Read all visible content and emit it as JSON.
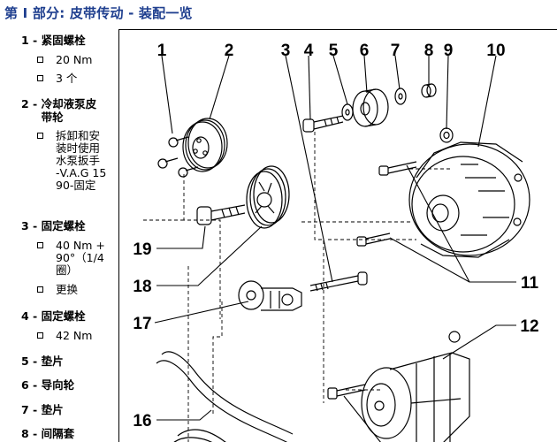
{
  "page_title": "第 I 部分: 皮带传动 - 装配一览",
  "legend": {
    "items": [
      {
        "number": "1 -",
        "name": "紧固螺栓",
        "notes": [
          "20 Nm",
          "3 个"
        ]
      },
      {
        "number": "2 -",
        "name": "冷却液泵皮带轮",
        "notes": [
          "拆卸和安装时使用水泵扳手 -V.A.G 1590-固定"
        ]
      },
      {
        "number": "3 -",
        "name": "固定螺栓",
        "notes": [
          "40 Nm + 90°（1/4 圈）",
          "更换"
        ]
      },
      {
        "number": "4 -",
        "name": "固定螺栓",
        "notes": [
          "42 Nm"
        ]
      },
      {
        "number": "5 -",
        "name": "垫片"
      },
      {
        "number": "6 -",
        "name": "导向轮"
      },
      {
        "number": "7 -",
        "name": "垫片"
      },
      {
        "number": "8 -",
        "name": "间隔套"
      }
    ]
  },
  "diagram": {
    "callouts": [
      "1",
      "2",
      "3",
      "4",
      "5",
      "6",
      "7",
      "8",
      "9",
      "10",
      "11",
      "12",
      "16",
      "17",
      "18",
      "19"
    ]
  }
}
